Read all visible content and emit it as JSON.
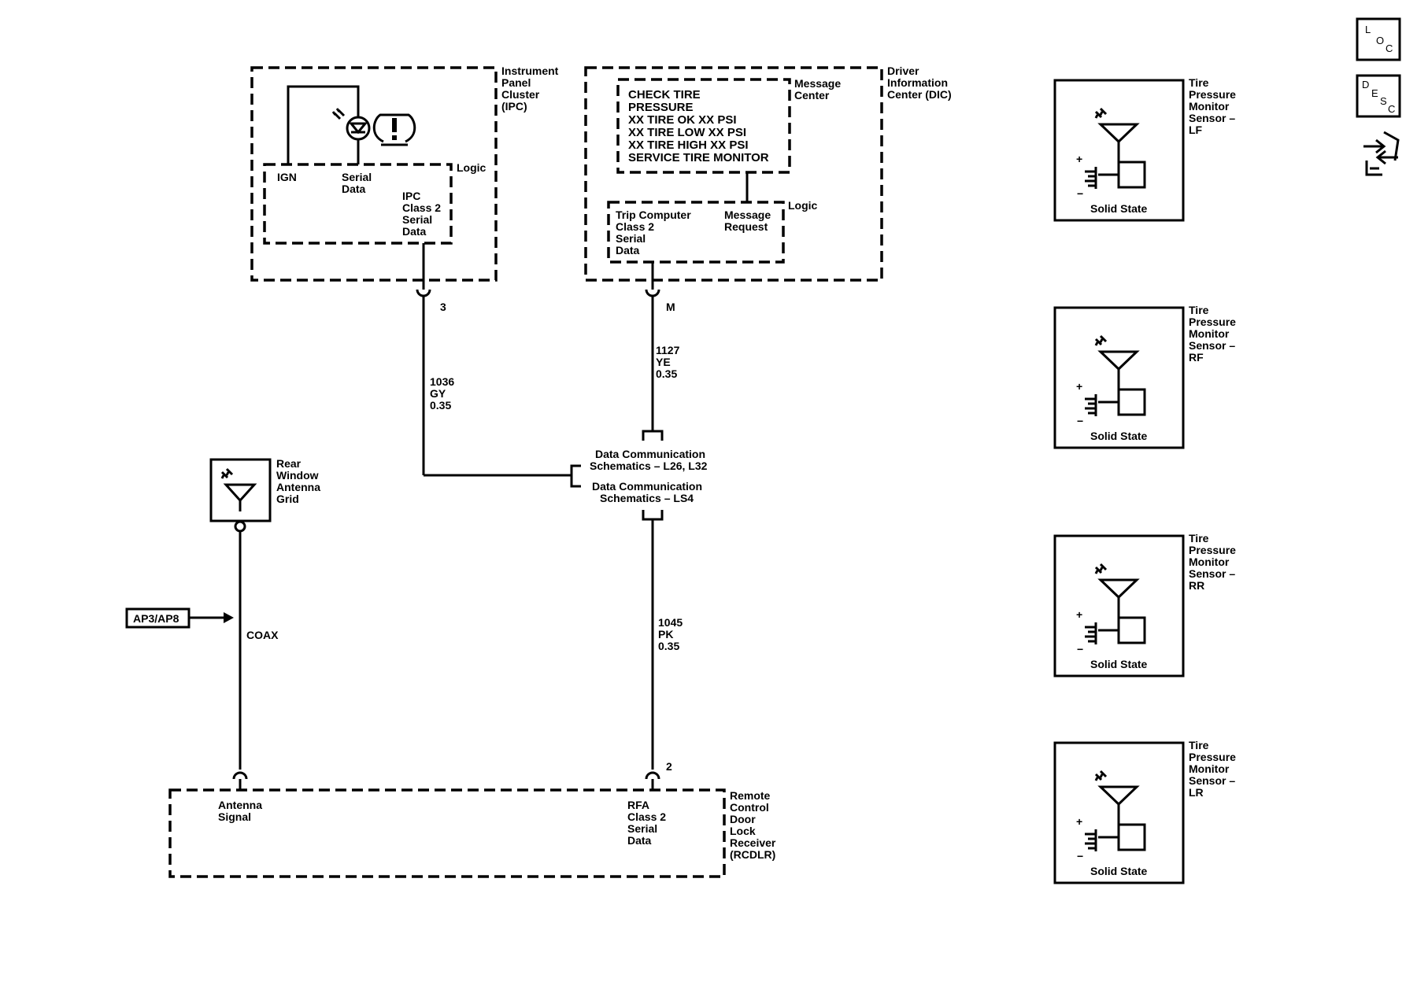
{
  "nav": {
    "loc": [
      "L",
      "O",
      "C"
    ],
    "desc": [
      "D",
      "E",
      "S",
      "C"
    ],
    "navigate_icon": "hand-arrows-icon"
  },
  "ipc": {
    "title": [
      "Instrument",
      "Panel",
      "Cluster",
      "(IPC)"
    ],
    "logic": "Logic",
    "ign": "IGN",
    "serial_data": [
      "Serial",
      "Data"
    ],
    "class2": [
      "IPC",
      "Class 2",
      "Serial",
      "Data"
    ],
    "telltale_icon": "tire-pressure-warning-icon",
    "pin": "3"
  },
  "dic": {
    "title": [
      "Driver",
      "Information",
      "Center (DIC)"
    ],
    "message_center": [
      "Message",
      "Center"
    ],
    "messages": [
      "CHECK TIRE",
      "PRESSURE",
      "XX TIRE OK XX PSI",
      "XX TIRE LOW XX PSI",
      "XX TIRE HIGH XX PSI",
      "SERVICE TIRE MONITOR"
    ],
    "logic": "Logic",
    "trip_computer": [
      "Trip Computer",
      "Class 2",
      "Serial",
      "Data"
    ],
    "message_request": [
      "Message",
      "Request"
    ],
    "pin": "M"
  },
  "wires": {
    "ipc_wire": [
      "1036",
      "GY",
      "0.35"
    ],
    "dic_wire": [
      "1127",
      "YE",
      "0.35"
    ],
    "rcdlr_wire": [
      "1045",
      "PK",
      "0.35"
    ],
    "coax": "COAX"
  },
  "data_comm": {
    "l26": [
      "Data Communication",
      "Schematics – L26, L32"
    ],
    "ls4": [
      "Data Communication",
      "Schematics – LS4"
    ]
  },
  "antenna": {
    "title": [
      "Rear",
      "Window",
      "Antenna",
      "Grid"
    ],
    "ref": "AP3/AP8"
  },
  "rcdlr": {
    "title": [
      "Remote",
      "Control",
      "Door",
      "Lock",
      "Receiver",
      "(RCDLR)"
    ],
    "antenna_signal": [
      "Antenna",
      "Signal"
    ],
    "rfa": [
      "RFA",
      "Class 2",
      "Serial",
      "Data"
    ],
    "pin": "2"
  },
  "sensors": [
    {
      "title": [
        "Tire",
        "Pressure",
        "Monitor",
        "Sensor –",
        "LF"
      ],
      "label": "Solid State"
    },
    {
      "title": [
        "Tire",
        "Pressure",
        "Monitor",
        "Sensor –",
        "RF"
      ],
      "label": "Solid State"
    },
    {
      "title": [
        "Tire",
        "Pressure",
        "Monitor",
        "Sensor –",
        "RR"
      ],
      "label": "Solid State"
    },
    {
      "title": [
        "Tire",
        "Pressure",
        "Monitor",
        "Sensor –",
        "LR"
      ],
      "label": "Solid State"
    }
  ],
  "sensor_symbols": {
    "plus": "+",
    "minus": "−"
  }
}
